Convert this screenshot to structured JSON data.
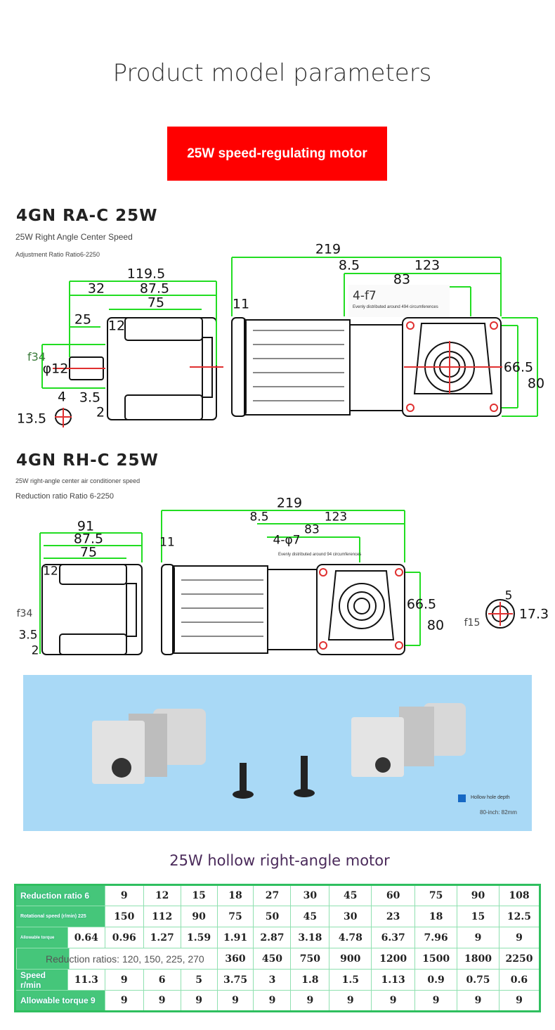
{
  "header": {
    "title": "Product model parameters",
    "banner": "25W speed-regulating motor"
  },
  "model1": {
    "name": "4GN  RA-C  25W",
    "line1": "25W Right Angle Center Speed",
    "line2": "Adjustment Ratio Ratio6-2250",
    "dims": {
      "total": "219",
      "a": "8.5",
      "b": "123",
      "c": "83",
      "hole": "4-f7",
      "note": "Evenly distributed around 494 circumferences",
      "flange": "11",
      "len1": "119.5",
      "shaft": "32",
      "len2": "87.5",
      "len3": "75",
      "key": "25",
      "step": "12",
      "dia": "f34",
      "shaftdia": "φ12",
      "h1": "66.5",
      "h2": "80",
      "kw": "4",
      "t": "3.5",
      "t2": "2",
      "kh": "13.5"
    }
  },
  "model2": {
    "name": "4GN  RH-C  25W",
    "line1": "25W right-angle center air conditioner speed",
    "line2": "Reduction ratio Ratio 6-2250",
    "dims": {
      "total": "219",
      "a": "8.5",
      "b": "123",
      "c": "83",
      "hole": "4-φ7",
      "note": "Evenly distributed around 94 circumferences",
      "flange": "11",
      "len1": "91",
      "len2": "87.5",
      "len3": "75",
      "step": "12",
      "dia": "f34",
      "t": "3.5",
      "t2": "2",
      "h1": "66.5",
      "h2": "80",
      "kw": "5",
      "kh": "17.3",
      "hd": "f15"
    }
  },
  "photo": {
    "legend": "Hollow hole depth",
    "legend_value": "80-inch: 82mm",
    "accent": "#1668c4"
  },
  "table": {
    "title": "25W hollow right-angle motor",
    "row1": {
      "label": "Reduction ratio 6",
      "values": [
        "9",
        "12",
        "15",
        "18",
        "27",
        "30",
        "45",
        "60",
        "75",
        "90",
        "108"
      ]
    },
    "row2": {
      "label": "Rotational speed (r/min) 225",
      "values": [
        "150",
        "112",
        "90",
        "75",
        "50",
        "45",
        "30",
        "23",
        "18",
        "15",
        "12.5"
      ]
    },
    "row3": {
      "label": "Allowable torque",
      "values": [
        "0.64",
        "0.96",
        "1.27",
        "1.59",
        "1.91",
        "2.87",
        "3.18",
        "4.78",
        "6.37",
        "7.96",
        "9",
        "9"
      ]
    },
    "row4": {
      "label": "Reduction ratios: 120, 150, 225, 270",
      "values": [
        "360",
        "450",
        "750",
        "900",
        "1200",
        "1500",
        "1800",
        "2250"
      ]
    },
    "row5": {
      "label": "Speed r/min",
      "values": [
        "11.3",
        "9",
        "6",
        "5",
        "3.75",
        "3",
        "1.8",
        "1.5",
        "1.13",
        "0.9",
        "0.75",
        "0.6"
      ]
    },
    "row6": {
      "label": "Allowable torque 9",
      "values": [
        "9",
        "9",
        "9",
        "9",
        "9",
        "9",
        "9",
        "9",
        "9",
        "9",
        "9"
      ]
    }
  }
}
